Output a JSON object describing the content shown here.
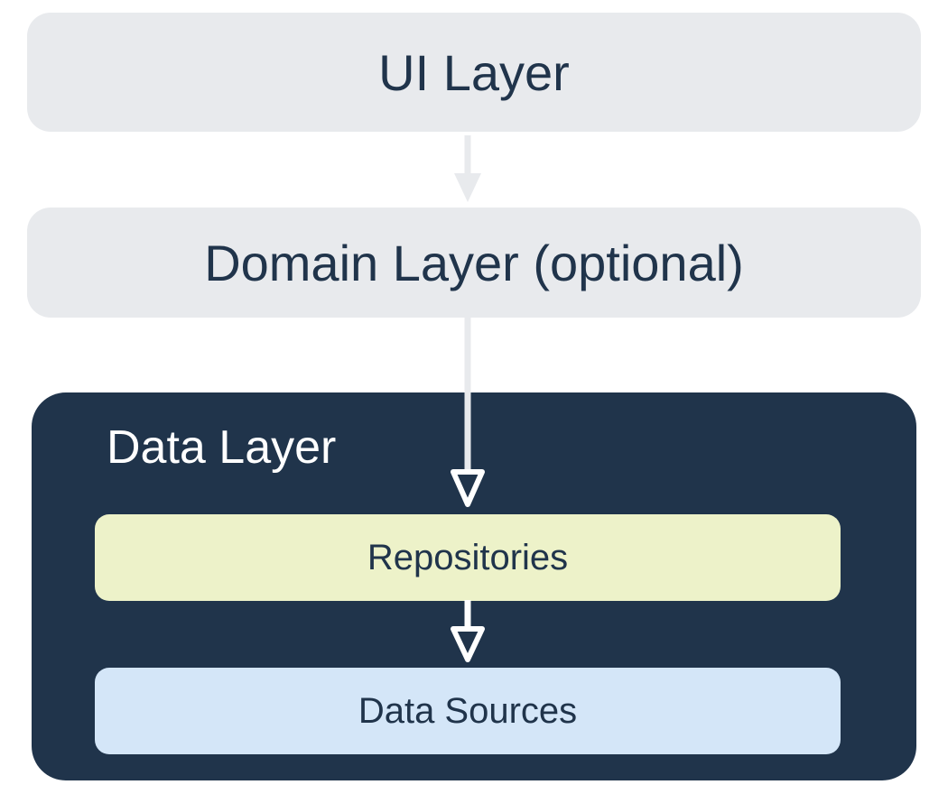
{
  "colors": {
    "layer_box_bg": "#E8EAED",
    "layer_text": "#20344B",
    "data_layer_bg": "#20344B",
    "data_layer_text": "#FFFFFF",
    "repositories_bg": "#EDF2C9",
    "data_sources_bg": "#D4E6F8",
    "arrow_gray": "#E8EAED",
    "arrow_white": "#FFFFFF"
  },
  "nodes": {
    "ui_layer": {
      "label": "UI Layer"
    },
    "domain_layer": {
      "label": "Domain Layer (optional)"
    },
    "data_layer": {
      "label": "Data Layer"
    },
    "repositories": {
      "label": "Repositories"
    },
    "data_sources": {
      "label": "Data Sources"
    }
  },
  "arrows": [
    {
      "from": "ui_layer",
      "to": "domain_layer"
    },
    {
      "from": "domain_layer",
      "to": "repositories"
    },
    {
      "from": "repositories",
      "to": "data_sources"
    }
  ]
}
